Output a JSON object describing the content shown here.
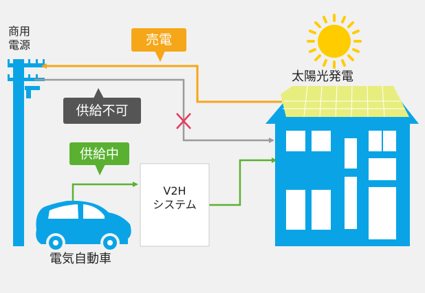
{
  "labels": {
    "grid": [
      "商用",
      "電源"
    ],
    "solar": "太陽光発電",
    "ev": "電気自動車",
    "system_line1": "V2H",
    "system_line2": "システム"
  },
  "badges": {
    "sell": "売電",
    "supply_no": "供給不可",
    "supply_yes": "供給中"
  },
  "colors": {
    "sell": "#f5a619",
    "supply_no": "#555555",
    "supply_yes": "#5ab031",
    "house": "#0aa4e6",
    "pole": "#0aa4e6",
    "panel": "#e7ee7e",
    "sun": "#ffcc00",
    "cross": "#e8365d",
    "wire_gray": "#9a9a9a"
  }
}
